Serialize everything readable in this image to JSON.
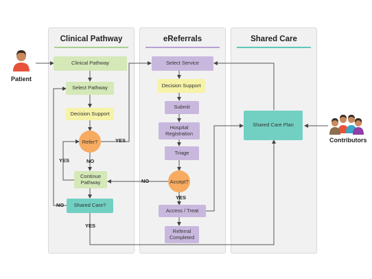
{
  "lanes": {
    "clinical": "Clinical Pathway",
    "ereferrals": "eReferrals",
    "shared": "Shared Care"
  },
  "actors": {
    "patient": "Patient",
    "contributors": "Contributors"
  },
  "nodes": {
    "clinical_pathway": "Clinical Pathway",
    "select_pathway": "Select Pathway",
    "decision_support_1": "Decision Support",
    "refer": "Refer?",
    "continue_pathway": "Continue Pathway",
    "shared_care_q": "Shared Care?",
    "select_service": "Select Service",
    "decision_support_2": "Decision Support",
    "submit": "Submit",
    "hospital_registration": "Hospital Registration",
    "triage": "Triage",
    "accept": "Accept?",
    "access_treat": "Access / Treat",
    "referral_completed": "Referral Completed",
    "shared_care_plan": "Shared Care Plan"
  },
  "edge_labels": {
    "refer_yes": "YES",
    "refer_no": "NO",
    "loop_yes": "YES",
    "accept_no": "NO",
    "accept_yes": "YES",
    "shared_no": "NO",
    "shared_yes": "YES"
  },
  "colors": {
    "green": "#d5e8b8",
    "yellow": "#f6f2a8",
    "purple": "#c9b8de",
    "teal": "#72d0c3",
    "orange": "#f6ab60",
    "clinical_rule": "#a8d08d",
    "ereferrals_rule": "#b9a0d4",
    "shared_rule": "#5cc8b8"
  }
}
